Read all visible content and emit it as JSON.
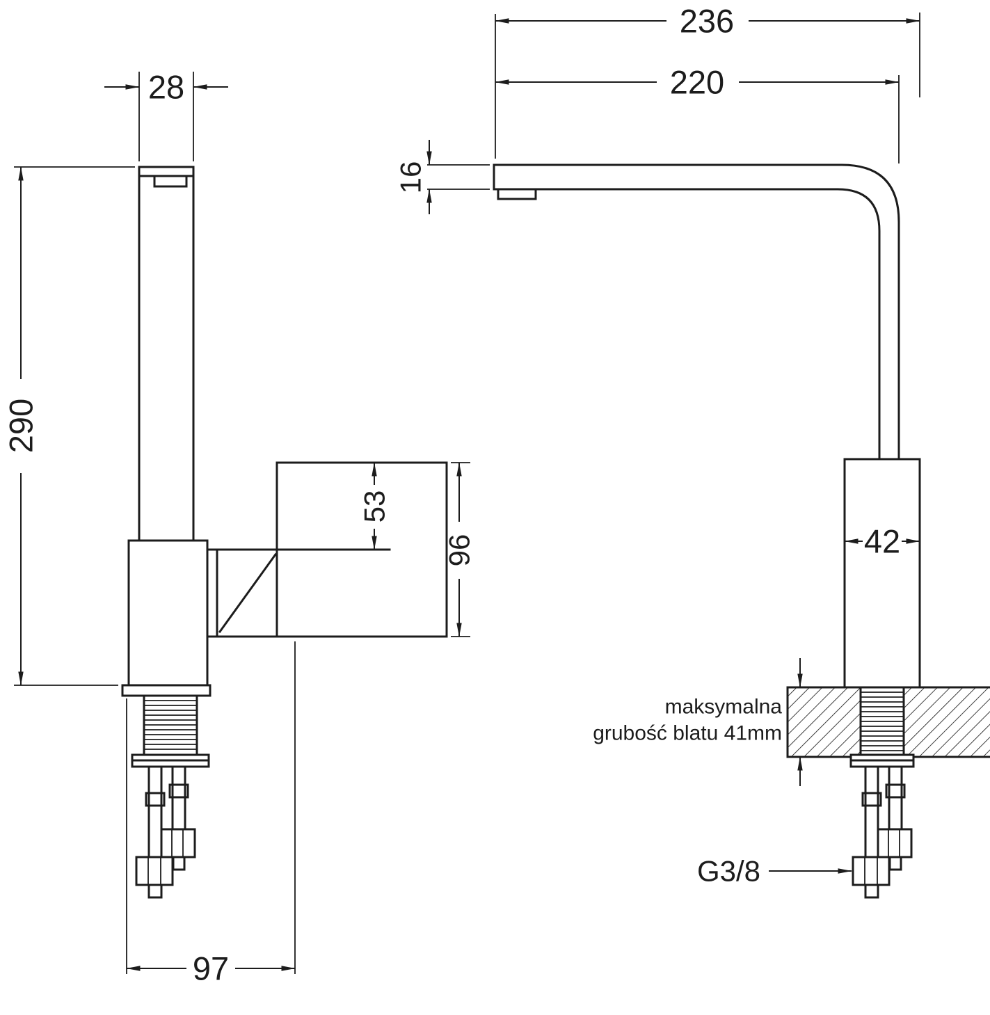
{
  "colors": {
    "line": "#1c1c1c",
    "background": "#ffffff"
  },
  "side_view": {
    "spout_width": "28",
    "total_height": "290",
    "handle_offset": "53",
    "handle_height": "96",
    "base_depth": "97"
  },
  "front_view": {
    "total_reach": "236",
    "spout_reach": "220",
    "spout_thickness": "16",
    "body_width": "42",
    "counter_note_1": "maksymalna",
    "counter_note_2": "grubość blatu 41mm",
    "connection_thread": "G3/8"
  }
}
